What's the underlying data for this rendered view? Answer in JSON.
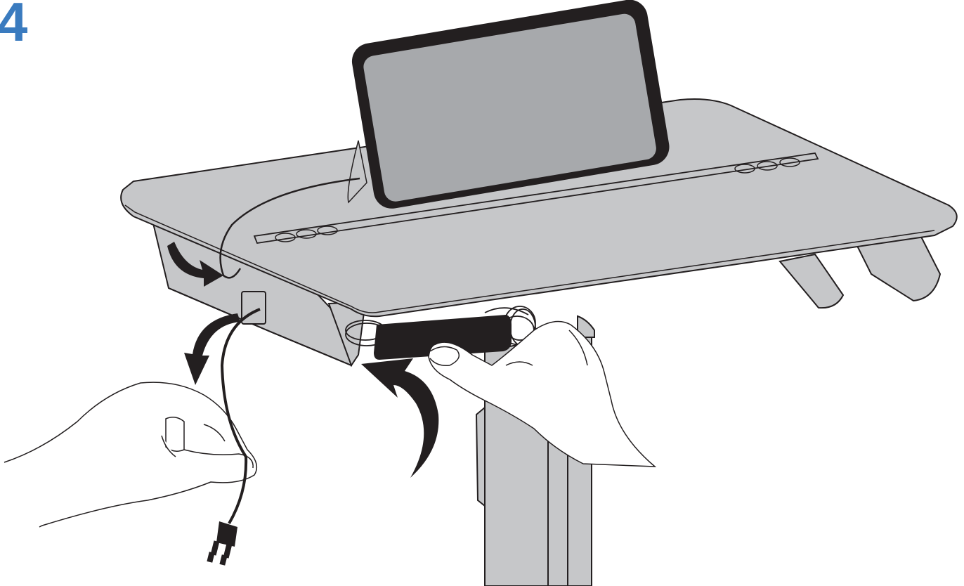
{
  "step": {
    "number": "4"
  },
  "colors": {
    "step_number": "#3a7bbf",
    "surface": "#c6c7c9",
    "screen": "#a7a9ac",
    "device_frame": "#231f20",
    "arrow": "#231f20",
    "outline": "#231f20",
    "skin": "#ffffff"
  },
  "scene": {
    "objects": [
      "tablet",
      "desk-surface",
      "cable-tray",
      "power-adapter",
      "coiled-cable",
      "power-plug",
      "pole",
      "left-hand",
      "right-hand"
    ],
    "arrows": [
      "curved-arrow-into-tray",
      "curved-arrow-cable-down",
      "curved-arrow-adapter-up"
    ]
  }
}
